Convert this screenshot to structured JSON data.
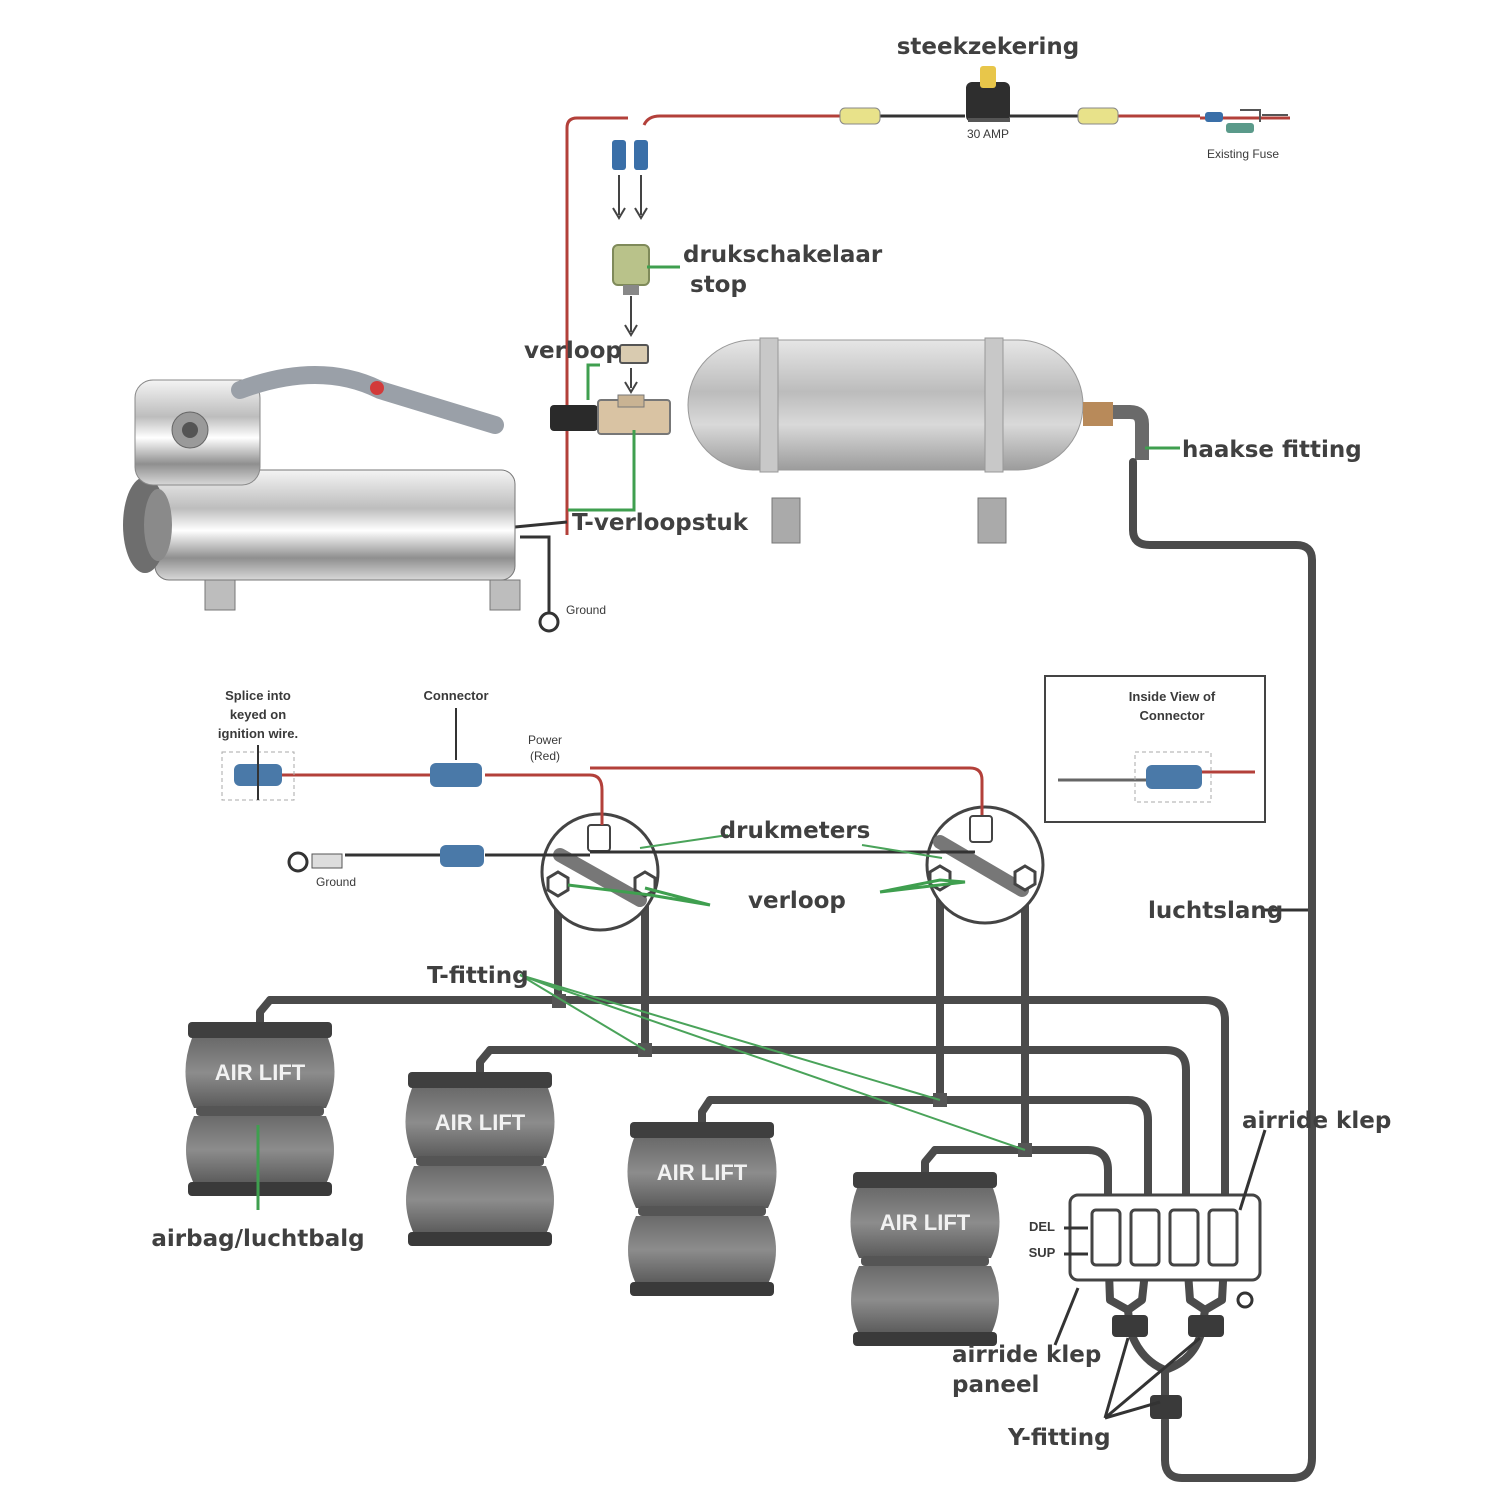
{
  "labels": {
    "steekzekering": "steekzekering",
    "amp": "30 AMP",
    "existing_fuse": "Existing Fuse",
    "drukschakelaar_1": "drukschakelaar",
    "drukschakelaar_2": "stop",
    "verloop_top": "verloop",
    "haakse_fitting": "haakse fitting",
    "t_verloopstuk": "T-verloopstuk",
    "ground_top": "Ground",
    "splice_1": "Splice into",
    "splice_2": "keyed on",
    "splice_3": "ignition wire.",
    "connector": "Connector",
    "power_1": "Power",
    "power_2": "(Red)",
    "inside_view_1": "Inside View of",
    "inside_view_2": "Connector",
    "drukmeters": "drukmeters",
    "ground_bottom": "Ground",
    "verloop_bottom": "verloop",
    "luchtslang": "luchtslang",
    "t_fitting": "T-fitting",
    "airride_klep": "airride klep",
    "del": "DEL",
    "sup": "SUP",
    "airride_klep_paneel_1": "airride klep",
    "airride_klep_paneel_2": "paneel",
    "y_fitting": "Y-fitting",
    "airbag": "airbag/luchtbalg"
  },
  "air_bags": [
    "AIR LIFT",
    "AIR LIFT",
    "AIR LIFT",
    "AIR LIFT"
  ],
  "colors": {
    "hose": "#4b4b4b",
    "power_wire": "#b3403a",
    "leader": "#3f9f4f",
    "label": "#404040"
  }
}
